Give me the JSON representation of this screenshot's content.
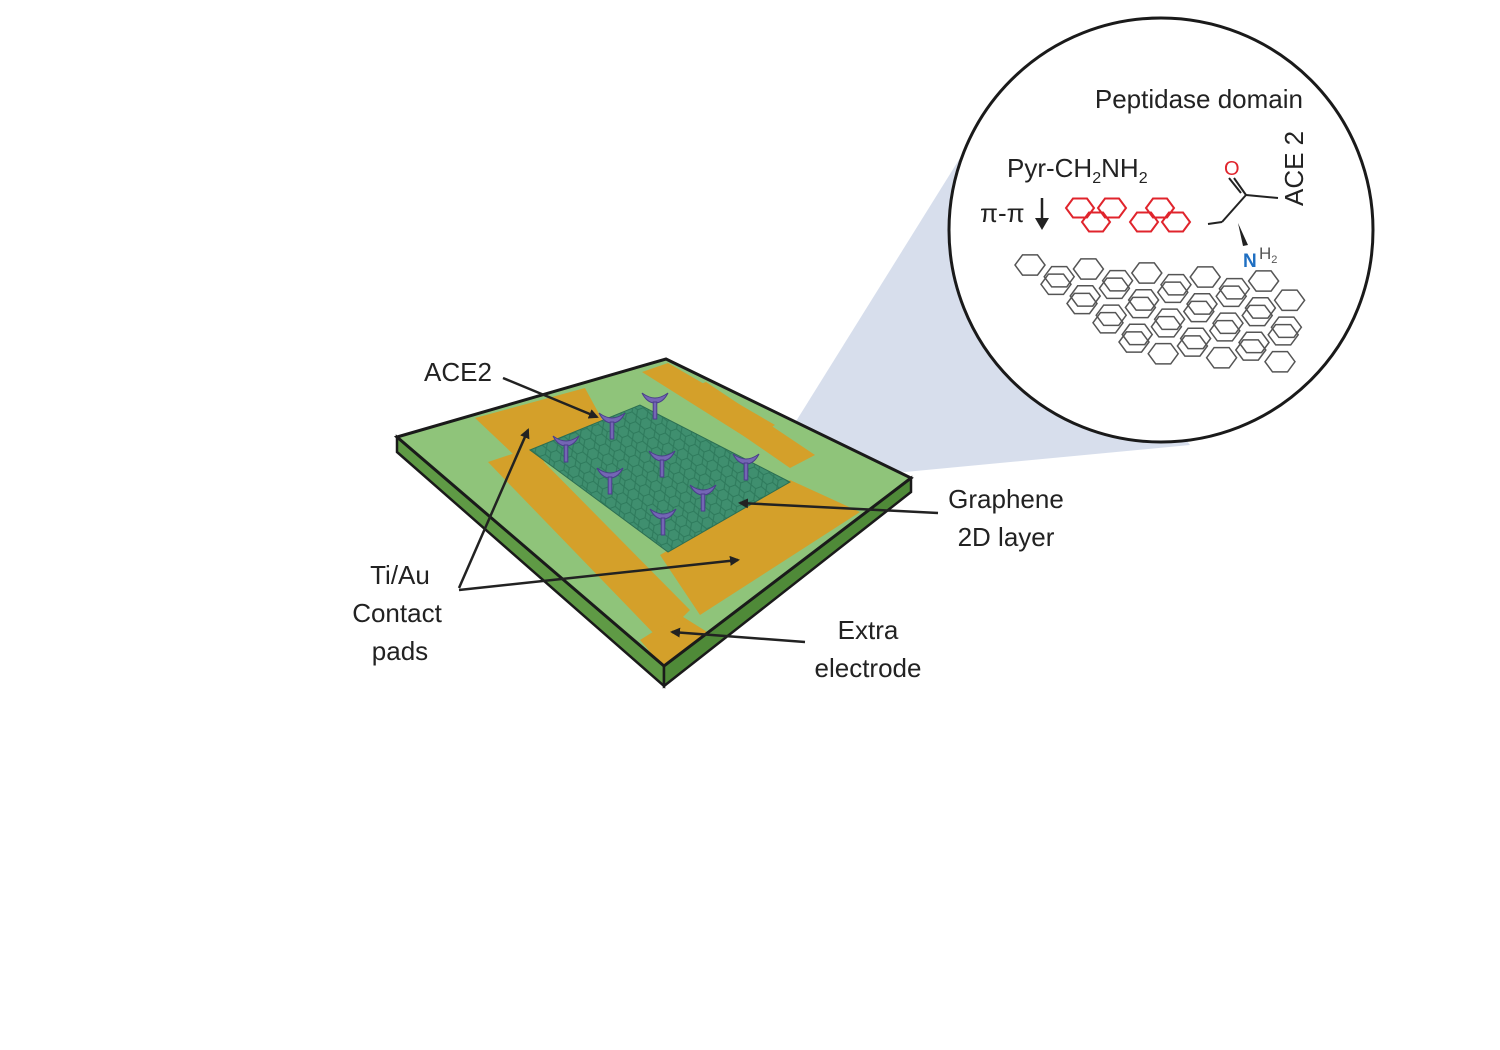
{
  "labels": {
    "ace2": "ACE2",
    "graphene_line1": "Graphene",
    "graphene_line2": "2D layer",
    "tiau_line1": "Ti/Au",
    "tiau_line2": "Contact",
    "tiau_line3": "pads",
    "extra_line1": "Extra",
    "extra_line2": "electrode"
  },
  "inset": {
    "title": "Peptidase domain",
    "pyr_prefix": "Pyr-CH",
    "pyr_sub1": "2",
    "pyr_mid": "NH",
    "pyr_sub2": "2",
    "pi_pi": "π-π",
    "ace2_vertical": "ACE 2",
    "oxygen": "O",
    "nitrogen": "N",
    "h2": "H",
    "h2_sub": "2"
  },
  "colors": {
    "substrate_top": "#8fc47a",
    "substrate_side": "#5f9a45",
    "gold": "#d4a02a",
    "graphene": "#3f8f6f",
    "ace2_protein": "#7466b5",
    "cone": "#c9d3e6",
    "pyrene": "#e0242c",
    "oxygen": "#e0242c",
    "nitrogen": "#1f6fc2",
    "lattice": "#555555"
  }
}
